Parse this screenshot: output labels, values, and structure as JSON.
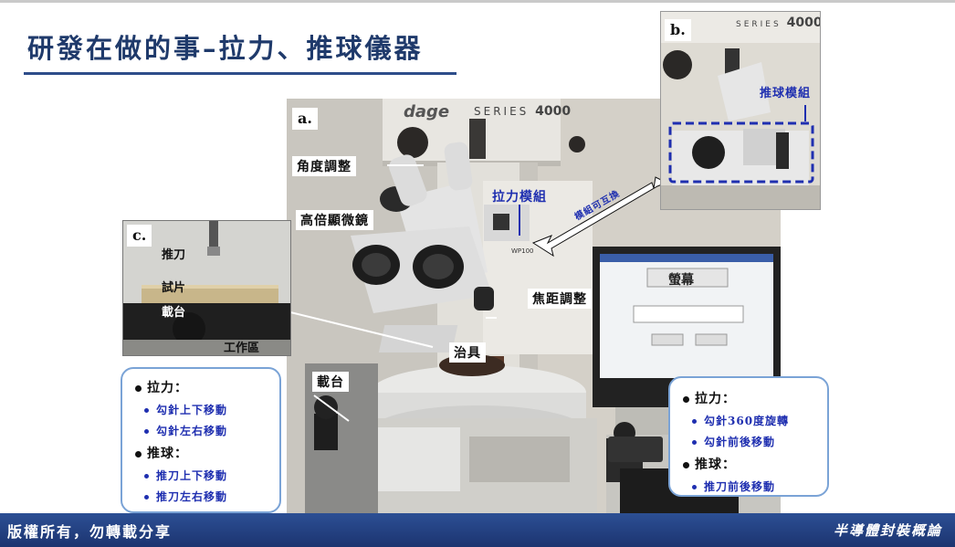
{
  "slide": {
    "title": "研發在做的事–拉力、推球儀器",
    "footer_left": "版權所有，勿轉載分享",
    "footer_right": "半導體封裝概論"
  },
  "photo_a": {
    "label": "a.",
    "brand_logo": "dage",
    "brand_series": "SERIES",
    "brand_model": "4000",
    "module_tag": "WP100",
    "annotations": {
      "angle_adjust": "角度調整",
      "microscope": "高倍顯微鏡",
      "pull_module": "拉力模組",
      "focus_adjust": "焦距調整",
      "fixture": "治具",
      "stage": "載台",
      "monitor": "螢幕",
      "interchangeable": "模組可互換"
    }
  },
  "photo_b": {
    "label": "b.",
    "brand_series": "SERIES",
    "brand_model": "4000",
    "push_module": "推球模組"
  },
  "photo_c": {
    "label": "c.",
    "blade": "推刀",
    "sample": "試片",
    "stage": "載台",
    "work_area": "工作區"
  },
  "callout_left": {
    "pull_title": "拉力：",
    "pull_items": [
      "勾針上下移動",
      "勾針左右移動"
    ],
    "push_title": "推球：",
    "push_items": [
      "推刀上下移動",
      "推刀左右移動"
    ]
  },
  "callout_right": {
    "pull_title": "拉力：",
    "pull_items": [
      "勾針360度旋轉",
      "勾針前後移動"
    ],
    "push_title": "推球：",
    "push_items": [
      "推刀前後移動"
    ]
  },
  "colors": {
    "title": "#1f3a6b",
    "footer": "#1c3470",
    "annotation_blue": "#1f2fb0",
    "callout_border": "#7aa3d6"
  }
}
